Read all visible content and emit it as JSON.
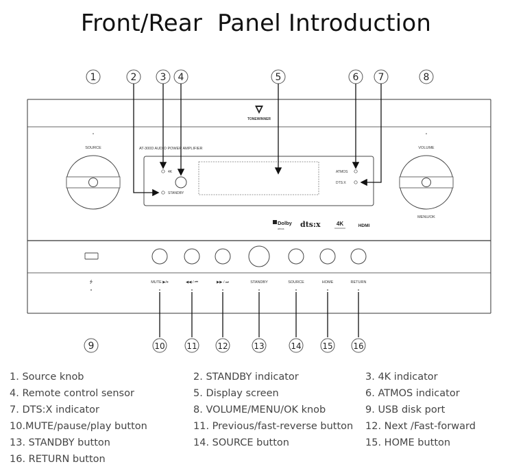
{
  "page": {
    "title": "Front/Rear  Panel Introduction"
  },
  "device": {
    "brand": "TONEWINNER",
    "model": "AT-300D AUDIO POWER AMPLIFIER",
    "label_source": "SOURCE",
    "label_volume": "VOLUME",
    "label_menu_ok": "MENU/OK",
    "indicator_4k": "4K",
    "indicator_standby": "STANDBY",
    "indicator_atmos": "ATMOS",
    "indicator_dtsx": "DTS:X",
    "logos": {
      "dolby": "Dolby",
      "dolby_sub": "atmos",
      "dtsx": "dts:x",
      "uhd": "4K",
      "hdmi": "HDMI"
    },
    "buttons": {
      "usb": "⭍",
      "mute": "MUTE ▶/⏸",
      "prev": "◀◀ / ⏮",
      "next": "▶▶ / ⏭",
      "standby": "STANDBY",
      "source": "SOURCE",
      "home": "HOME",
      "return": "RETURN"
    }
  },
  "callouts": {
    "c1": "1",
    "c2": "2",
    "c3": "3",
    "c4": "4",
    "c5": "5",
    "c6": "6",
    "c7": "7",
    "c8": "8",
    "c9": "9",
    "c10": "10",
    "c11": "11",
    "c12": "12",
    "c13": "13",
    "c14": "14",
    "c15": "15",
    "c16": "16"
  },
  "legend": {
    "i1": "1. Source knob",
    "i2": "2. STANDBY indicator",
    "i3": "3. 4K indicator",
    "i4": "4. Remote control sensor",
    "i5": "5. Display screen",
    "i6": "6. ATMOS indicator",
    "i7": "7. DTS:X indicator",
    "i8": "8. VOLUME/MENU/OK knob",
    "i9": "9. USB disk port",
    "i10": "10.MUTE/pause/play button",
    "i11": "11. Previous/fast-reverse button",
    "i12": "12. Next /Fast-forward",
    "i13": "13. STANDBY button",
    "i14": "14.  SOURCE button",
    "i15": "15. HOME button",
    "i16": "16. RETURN button"
  }
}
